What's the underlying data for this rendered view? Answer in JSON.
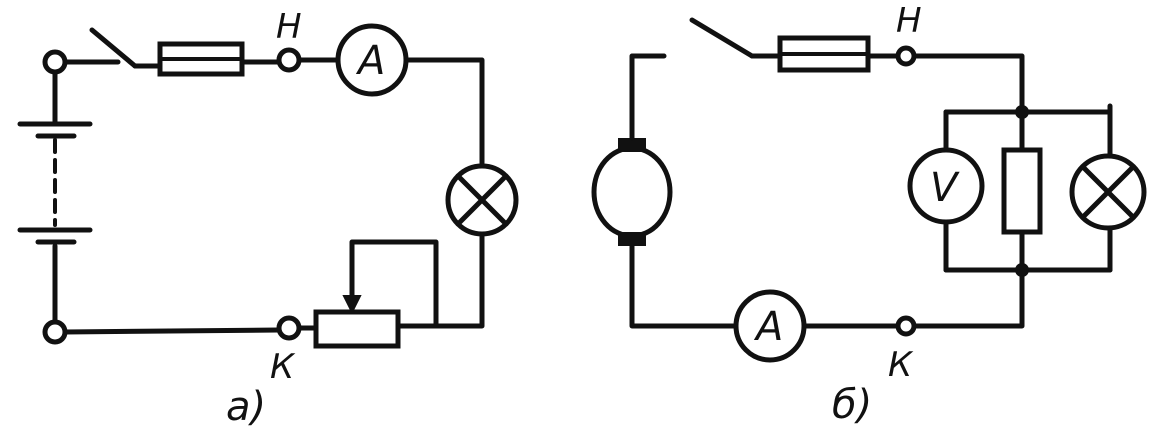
{
  "diagram_a": {
    "caption": "а)",
    "terminal_start": "Н",
    "terminal_end": "К",
    "ammeter": "A"
  },
  "diagram_b": {
    "caption": "б)",
    "terminal_start": "Н",
    "terminal_end": "К",
    "ammeter": "A",
    "voltmeter": "V"
  }
}
